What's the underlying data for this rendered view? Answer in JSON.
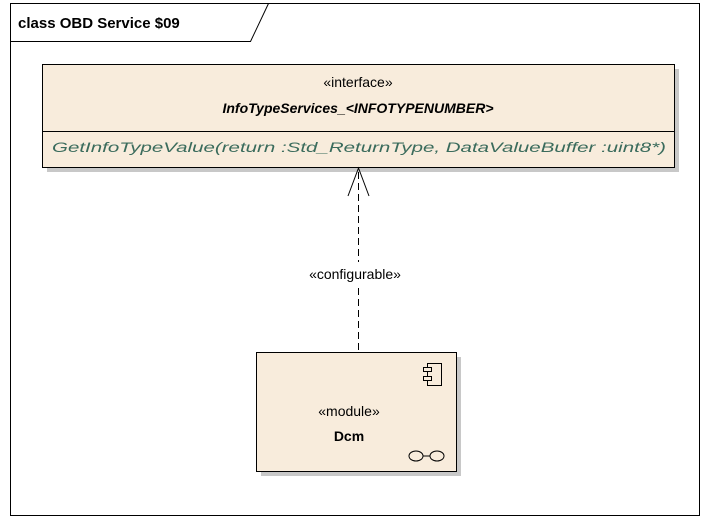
{
  "frame": {
    "title": "class OBD Service $09"
  },
  "interface": {
    "stereotype": "«interface»",
    "name": "InfoTypeServices_<INFOTYPENUMBER>",
    "operation": "GetInfoTypeValue(return :Std_ReturnType, DataValueBuffer :uint8*)"
  },
  "dependency": {
    "stereotype": "«configurable»"
  },
  "module": {
    "stereotype": "«module»",
    "name": "Dcm",
    "component_icon": "component-icon",
    "ports_icon": "assembly-ports-icon"
  },
  "colors": {
    "element_fill": "#f8ecdc",
    "border": "#000000",
    "operation_text": "#3a6b5c",
    "shadow": "#c8c8c8"
  }
}
